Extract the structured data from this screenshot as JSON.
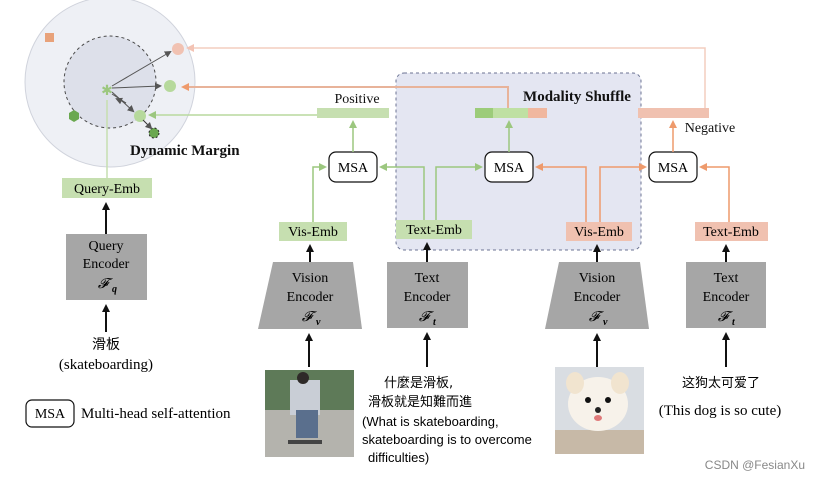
{
  "labels": {
    "positive": "Positive",
    "negative": "Negative",
    "modality_shuffle": "Modality Shuffle",
    "dynamic_margin": "Dynamic Margin",
    "query_emb": "Query-Emb",
    "vis_emb": "Vis-Emb",
    "text_emb": "Text-Emb",
    "msa": "MSA",
    "msa_legend": "Multi-head self-attention",
    "watermark": "CSDN @FesianXu"
  },
  "encoders": {
    "query": {
      "line1": "Query",
      "line2": "Encoder",
      "symbol": "𝓕",
      "sub": "q"
    },
    "vision": {
      "line1": "Vision",
      "line2": "Encoder",
      "symbol": "𝓕",
      "sub": "v"
    },
    "text": {
      "line1": "Text",
      "line2": "Encoder",
      "symbol": "𝓕",
      "sub": "t"
    }
  },
  "inputs": {
    "query_cn": "滑板",
    "query_en": "(skateboarding)",
    "text1_cn_line1": "什麼是滑板,",
    "text1_cn_line2": "滑板就是知難而進",
    "text1_en_line1": "(What is skateboarding,",
    "text1_en_line2": "skateboarding is to overcome",
    "text1_en_line3": "difficulties)",
    "text2_cn": "这狗太可爱了",
    "text2_en": "(This dog is so cute)"
  },
  "colors": {
    "positive_green": "#c6dfb0",
    "negative_salmon": "#f0c1b0",
    "green_line": "#a9d08e",
    "orange_line": "#f0a67a",
    "encoder_gray": "#a6a6a6",
    "shuffle_bg": "#e3e6f2"
  }
}
